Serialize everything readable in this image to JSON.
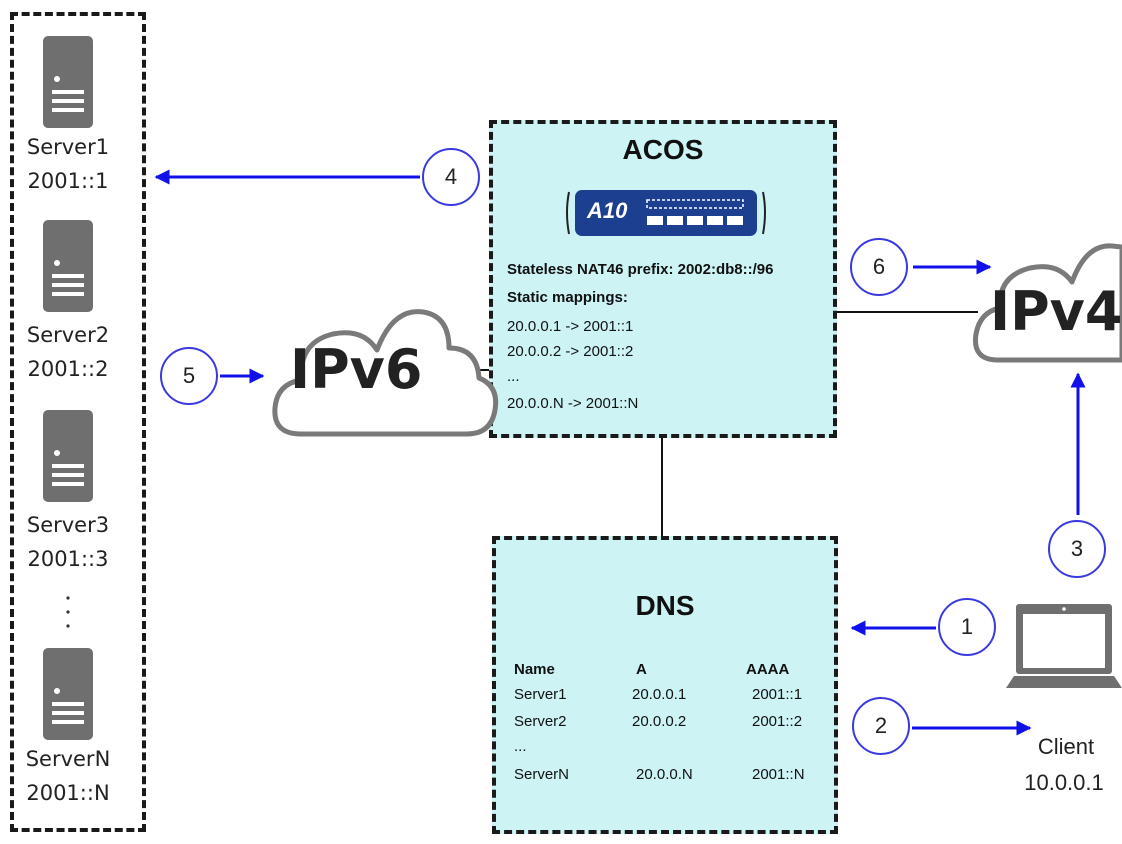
{
  "servers": [
    {
      "name": "Server1",
      "addr": "2001::1"
    },
    {
      "name": "Server2",
      "addr": "2001::2"
    },
    {
      "name": "Server3",
      "addr": "2001::3"
    },
    {
      "name": "ServerN",
      "addr": "2001::N"
    }
  ],
  "acos": {
    "title": "ACOS",
    "logo_text": "A10",
    "prefix": "Stateless NAT46 prefix: 2002:db8::/96",
    "mappings_label": "Static mappings:",
    "mappings": [
      "20.0.0.1 -> 2001::1",
      "20.0.0.2 -> 2001::2",
      "...",
      "20.0.0.N -> 2001::N"
    ]
  },
  "dns": {
    "title": "DNS",
    "headers": [
      "Name",
      "A",
      "AAAA"
    ],
    "rows": [
      [
        "Server1",
        "20.0.0.1",
        "2001::1"
      ],
      [
        "Server2",
        "20.0.0.2",
        "2001::2"
      ],
      [
        "...",
        "",
        ""
      ],
      [
        "ServerN",
        "20.0.0.N",
        "2001::N"
      ]
    ]
  },
  "clouds": {
    "ipv6": "IPv6",
    "ipv4": "IPv4"
  },
  "steps": [
    "1",
    "2",
    "3",
    "4",
    "5",
    "6"
  ],
  "client": {
    "label": "Client",
    "addr": "10.0.0.1"
  },
  "colors": {
    "arrow": "#1010e8",
    "box_fill": "#cdf3f5",
    "server_gray": "#6f6f6f",
    "cloud_stroke": "#7a7a7a"
  }
}
